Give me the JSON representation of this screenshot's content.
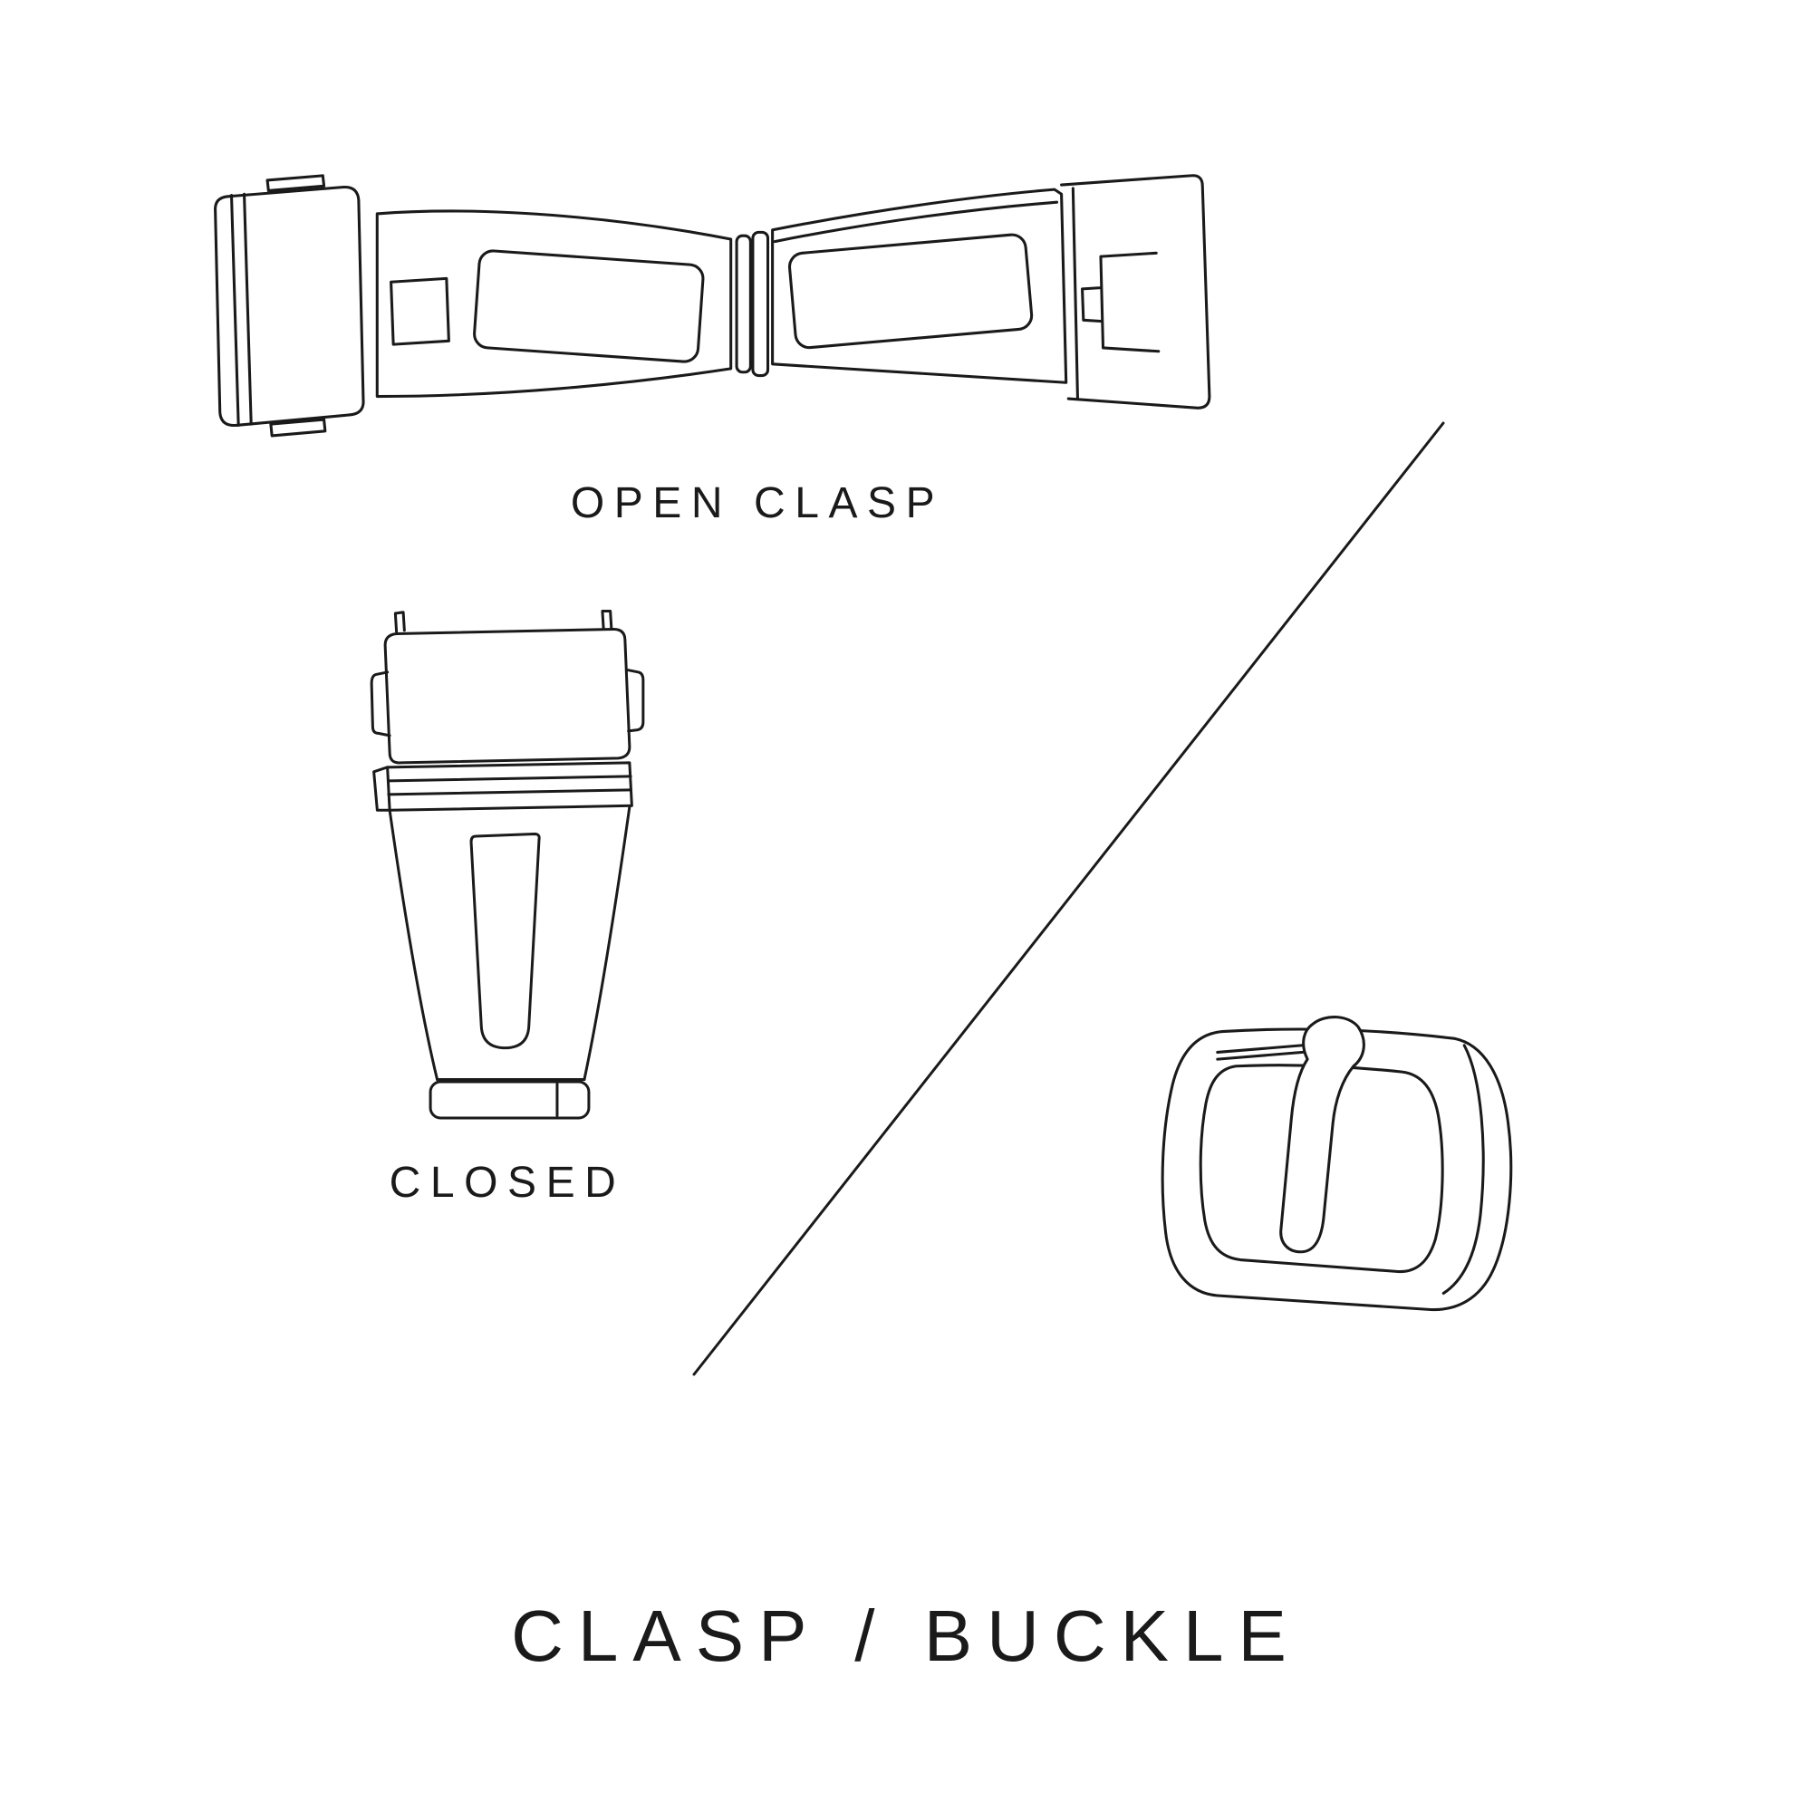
{
  "canvas": {
    "background": "#ffffff",
    "ink": "#1a1a1a"
  },
  "labels": {
    "open_clasp": "OPEN CLASP",
    "closed": "CLOSED"
  },
  "title": "CLASP / BUCKLE"
}
